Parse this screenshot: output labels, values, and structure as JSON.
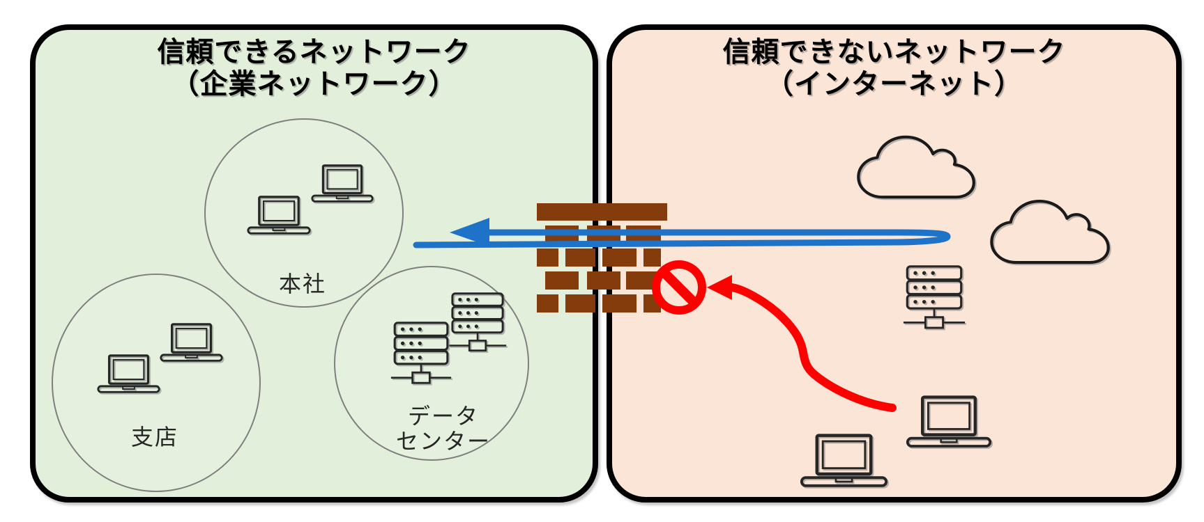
{
  "palette": {
    "canvas_bg": "#FFFFFF",
    "trusted_bg": "#E2EFDA",
    "untrusted_bg": "#FBE5D6",
    "panel_border": "#000000",
    "zone_circle_stroke": "#7F7F7F",
    "icon_stroke": "#262626",
    "firewall_brick": "#843C0C",
    "allowed_arrow_blue": "#1E73C8",
    "blocked_arrow_red": "#FE0000"
  },
  "trusted_network": {
    "title_line1": "信頼できるネットワーク",
    "title_line2": "（企業ネットワーク）",
    "zones": [
      {
        "label": "本社",
        "icons": [
          "laptop-icon",
          "laptop-icon"
        ]
      },
      {
        "label": "支店",
        "icons": [
          "laptop-icon",
          "laptop-icon"
        ]
      },
      {
        "label_line1": "データ",
        "label_line2": "センター",
        "icons": [
          "server-icon",
          "server-icon"
        ]
      }
    ]
  },
  "untrusted_network": {
    "title_line1": "信頼できないネットワーク",
    "title_line2": "（インターネット）",
    "icons": [
      "cloud-icon",
      "cloud-icon",
      "server-icon",
      "laptop-icon",
      "laptop-icon"
    ]
  },
  "firewall": {
    "icon": "brick-wall-icon"
  },
  "flows": [
    {
      "name": "allowed-return-traffic",
      "color": "#1E73C8"
    },
    {
      "name": "blocked-traffic",
      "color": "#FE0000",
      "marker": "prohibition-icon"
    }
  ]
}
